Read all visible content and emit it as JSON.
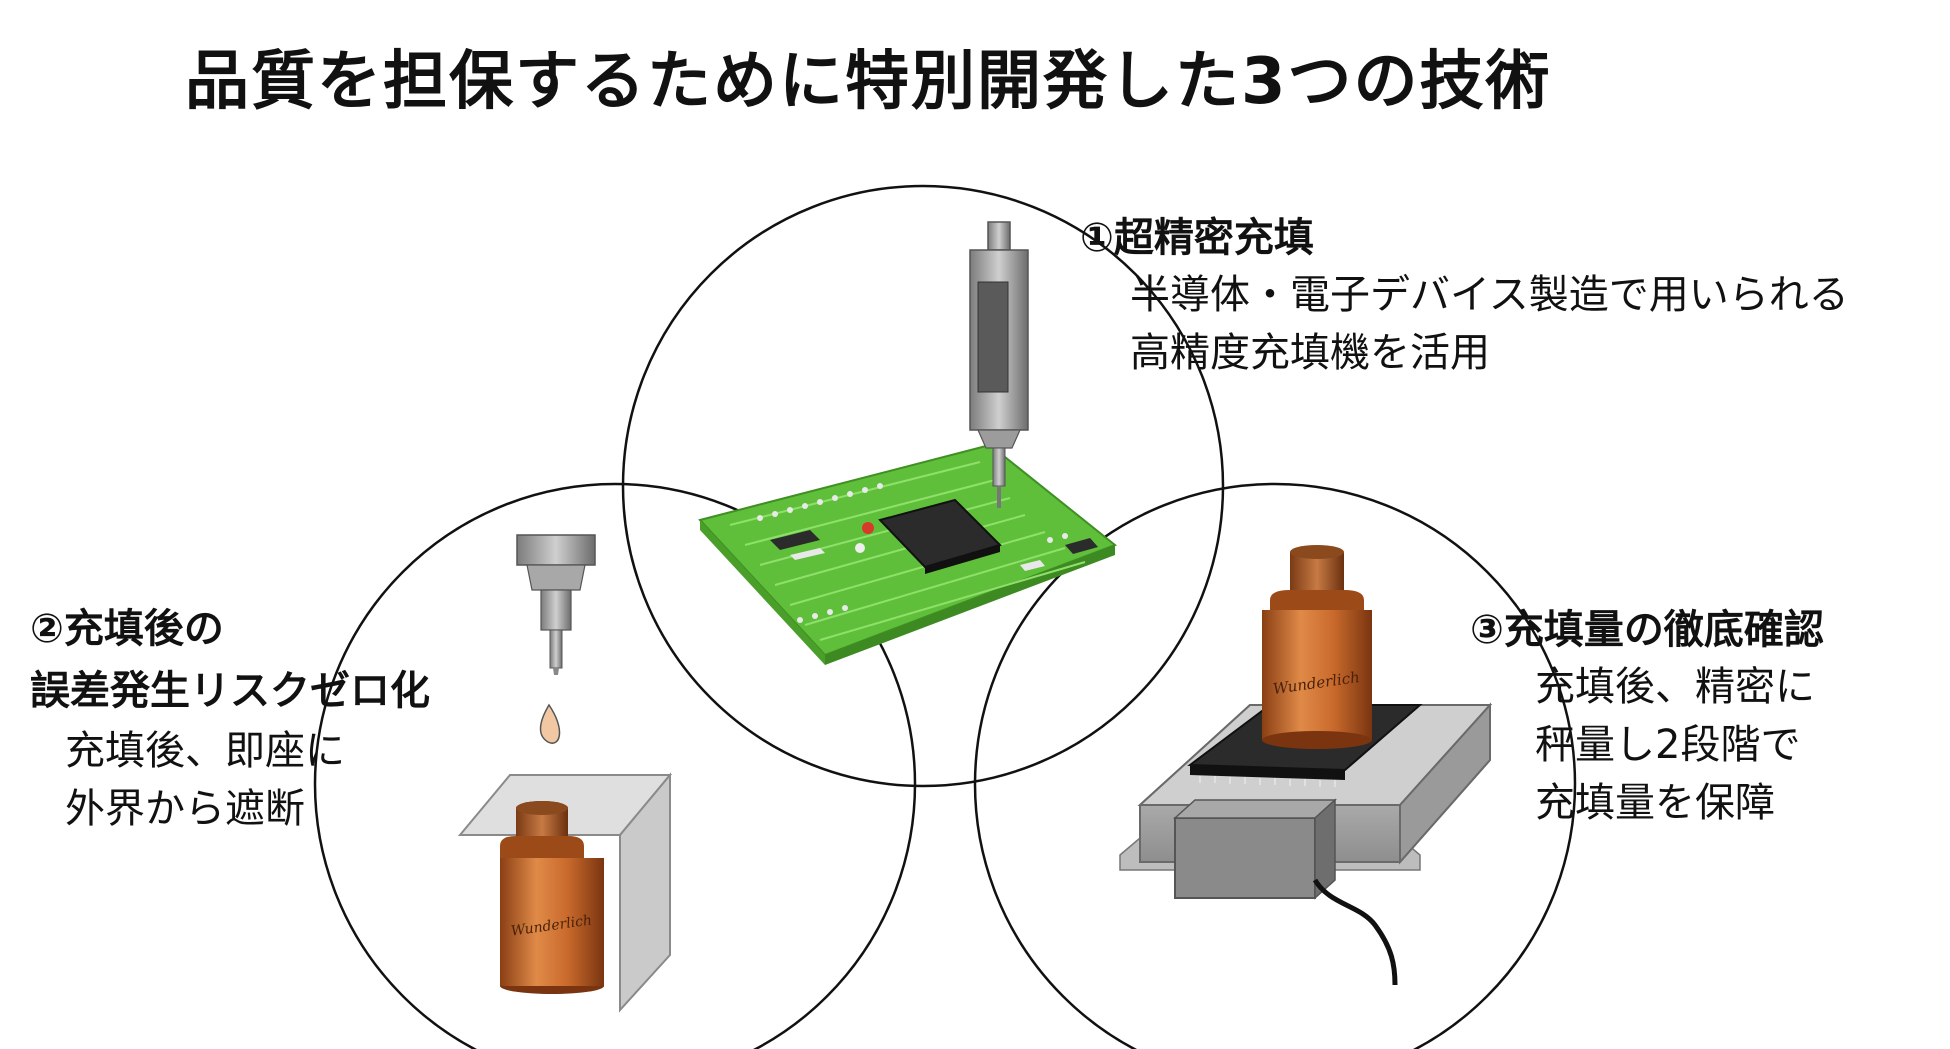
{
  "title": "品質を担保するために特別開発した3つの技術",
  "features": [
    {
      "heading": "①超精密充填",
      "lines": [
        "半導体・電子デバイス製造で用いられる",
        "高精度充填機を活用"
      ]
    },
    {
      "heading_lines": [
        "②充填後の",
        "誤差発生リスクゼロ化"
      ],
      "lines": [
        "充填後、即座に",
        "外界から遮断"
      ]
    },
    {
      "heading": "③充填量の徹底確認",
      "lines": [
        "充填後、精密に",
        "秤量し2段階で",
        "充填量を保障"
      ]
    }
  ],
  "bottle_label": "Wunderlich",
  "colors": {
    "pcb_green": "#5fbf3a",
    "bottle_orange": "#c96a2c",
    "chip_black": "#2b2b2b",
    "device_silver": "#b8b8b8",
    "line": "#111111"
  }
}
